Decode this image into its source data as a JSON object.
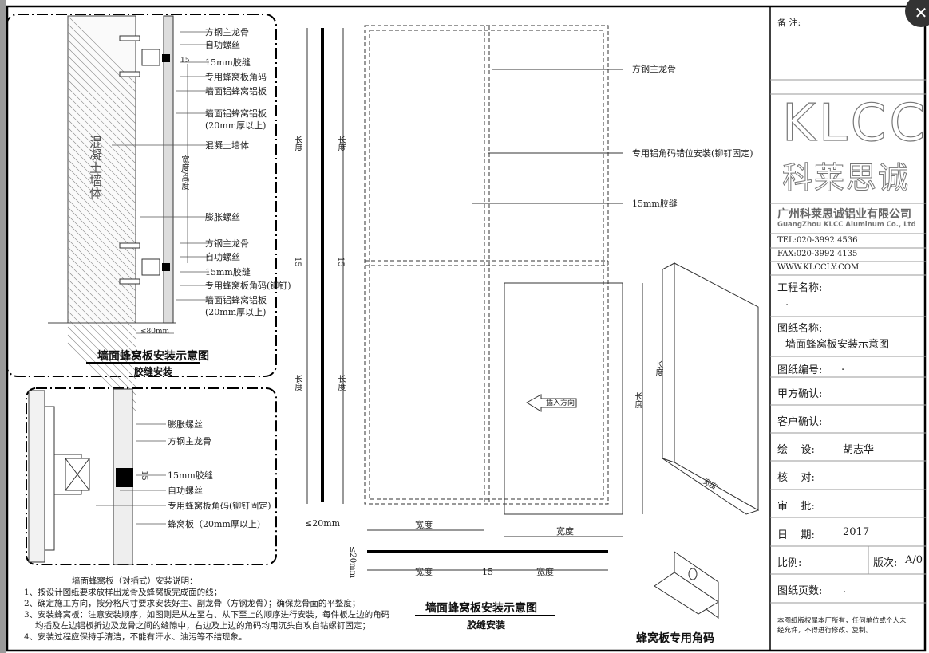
{
  "detail_top": {
    "labels": [
      "方钢主龙骨",
      "自功螺丝",
      "15mm胶缝",
      "专用蜂窝板角码",
      "墙面铝蜂窝铝板",
      "墙面铝蜂窝铝板",
      "(20mm厚以上)",
      "混凝土墙体",
      "膨胀螺丝",
      "方钢主龙骨",
      "自功螺丝",
      "15mm胶缝",
      "专用蜂窝板角码(铆钉)",
      "墙面铝蜂窝铝板",
      "(20mm厚以上)"
    ],
    "wall_label": "混凝土墙体",
    "dim_vertical": "宽度/高度",
    "dim_gap": "15",
    "dim_bottom": "≤80mm",
    "title": "墙面蜂窝板安装示意图",
    "subtitle": "胶缝安装"
  },
  "detail_bottom": {
    "labels": [
      "膨胀螺丝",
      "方钢主龙骨",
      "15mm胶缝",
      "自功螺丝",
      "专用蜂窝板角码(铆钉固定)",
      "蜂窝板（20mm厚以上)"
    ],
    "dim_gap": "15"
  },
  "notes": {
    "heading": "墙面蜂窝板（对插式）安装说明：",
    "items": [
      "1、按设计图纸要求放样出龙骨及蜂窝板完成面的线；",
      "2、确定施工方向，按分格尺寸要求安装好主、副龙骨（方钢龙骨）；确保龙骨面的平整度；",
      "3、安装蜂窝板：注意安装顺序，如图则是从左至右、从下至上的顺序进行安装，每件板左边的角码",
      "   均插及左边铝板折边及龙骨之间的缝隙中，右边及上边的角码均用沉头自攻自钻螺钉固定；",
      "4、安装过程应保持手清洁，不能有汗水、油污等不结现象。"
    ]
  },
  "elevation": {
    "callouts": [
      "方钢主龙骨",
      "专用铝角码错位安装(铆钉固定)",
      "15mm胶缝"
    ],
    "length": "长度",
    "width": "宽度",
    "gap": "15",
    "thickness": "≤20mm",
    "insert_direction": "插入方向",
    "title": "墙面蜂窝板安装示意图",
    "subtitle": "胶缝安装"
  },
  "iso_panel": {
    "length": "长度",
    "width": "宽度"
  },
  "bracket": {
    "title": "蜂窝板专用角码"
  },
  "title_block": {
    "remarks_label": "备 注:",
    "logo_text": "KLCC",
    "logo_cn": "科莱思诚",
    "company_cn": "广州科莱思诚铝业有限公司",
    "company_en": "GuangZhou KLCC Aluminum Co., Ltd",
    "tel": "TEL:020-3992 4536",
    "fax": "FAX:020-3992 4135",
    "web": "WWW.KLCCLY.COM",
    "project_name_label": "工程名称:",
    "project_name_value": ".",
    "drawing_name_label": "图纸名称:",
    "drawing_name_value": "墙面蜂窝板安装示意图",
    "drawing_no_label": "图纸编号:",
    "drawing_no_value": ".",
    "party_a_label": "甲方确认:",
    "client_label": "客户确认:",
    "drawn_label": "绘    设:",
    "drawn_value": "胡志华",
    "checked_label": "核    对:",
    "approved_label": "审    批:",
    "date_label": "日    期:",
    "date_value": "2017",
    "scale_label": "比例:",
    "revision_label": "版次:",
    "revision_value": "A/0",
    "pages_label": "图纸页数:",
    "pages_value": ".",
    "copyright": [
      "本图纸版权属本厂所有，任何单位或个人未",
      "经允许，不得进行修改、复制。"
    ]
  },
  "close_icon": "close-icon"
}
